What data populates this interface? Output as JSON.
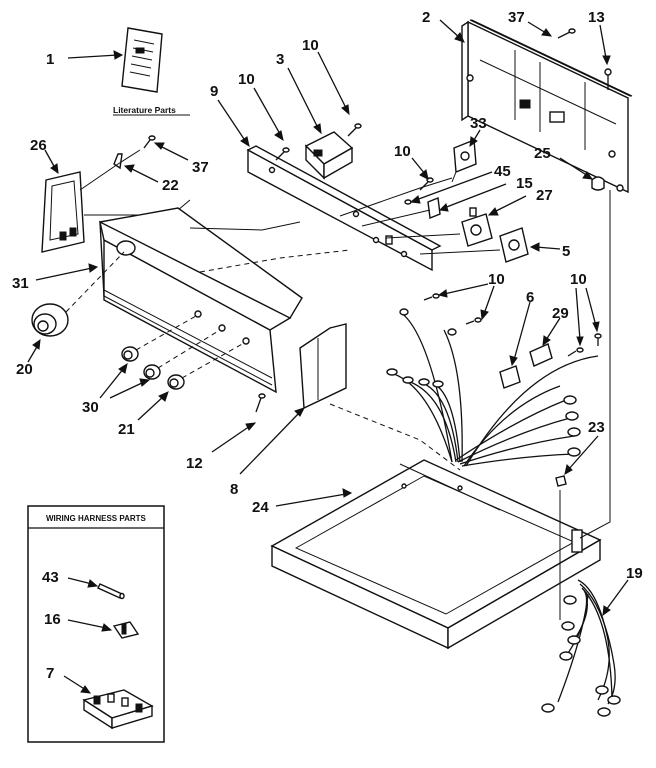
{
  "diagram": {
    "literature_label": "Literature Parts",
    "wiring_box_title": "WIRING HARNESS PARTS",
    "callouts": {
      "c1": "1",
      "c2": "2",
      "c3": "3",
      "c5": "5",
      "c6": "6",
      "c7": "7",
      "c8": "8",
      "c9": "9",
      "c10a": "10",
      "c10b": "10",
      "c10c": "10",
      "c10d": "10",
      "c10e": "10",
      "c12": "12",
      "c13": "13",
      "c15": "15",
      "c16": "16",
      "c19": "19",
      "c20": "20",
      "c21": "21",
      "c22": "22",
      "c23": "23",
      "c24": "24",
      "c25": "25",
      "c26": "26",
      "c27": "27",
      "c29": "29",
      "c30": "30",
      "c31": "31",
      "c33": "33",
      "c37a": "37",
      "c37b": "37",
      "c43": "43",
      "c45": "45"
    }
  }
}
